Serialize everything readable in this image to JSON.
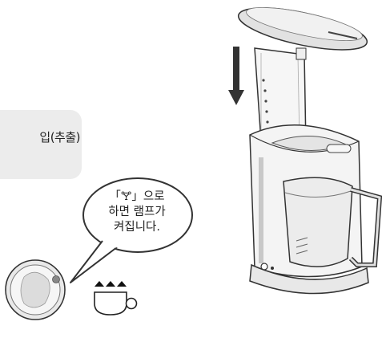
{
  "label": {
    "text": "입(추출)"
  },
  "callout": {
    "line1": "「🝖」으로",
    "line2": "하면 램프가",
    "line3": "켜집니다."
  },
  "icons": [
    "down-arrow-icon",
    "cup-steam-icon",
    "dial-knob-icon"
  ],
  "colors": {
    "label_bg": "#ececec",
    "outline": "#333333",
    "machine_fill": "#f4f4f4",
    "lid_fill": "#e2e2e2"
  }
}
